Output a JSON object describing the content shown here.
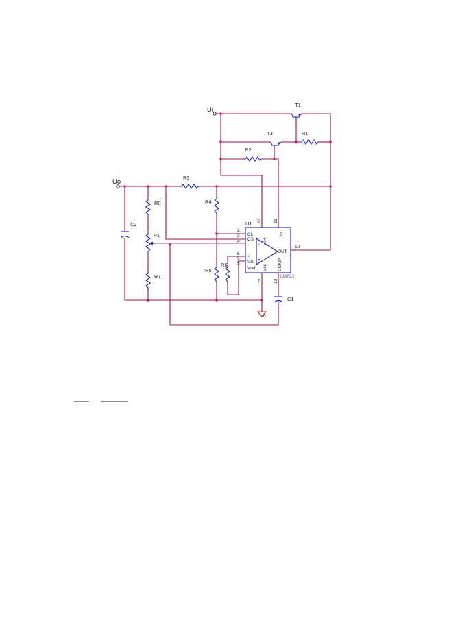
{
  "colors": {
    "wire": "#a0124a",
    "wire_alt": "#b04a7a",
    "component": "#1c1cb0",
    "junction": "#c81e78",
    "ground": "#c81e28",
    "ic_label": "#3a4fb0"
  },
  "nets": {
    "input": "Ui",
    "output": "Uo"
  },
  "transistors": {
    "t1": "T1",
    "t3": "T3"
  },
  "resistors": {
    "r0": "R0",
    "r1": "R1",
    "r2": "R2",
    "r3": "R3",
    "r4": "R4",
    "r5": "R5",
    "r6": "R6",
    "r7": "R7"
  },
  "potentiometer": {
    "p1": "P1"
  },
  "capacitors": {
    "c1": "C1",
    "c2": "C2"
  },
  "ic": {
    "designator": "U1",
    "part": "LM723",
    "pins_left": {
      "cl": "CL",
      "cs": "CS",
      "ninv": "-",
      "inv": "+",
      "vs": "VS",
      "vref": "Vref"
    },
    "pins_right": {
      "out": "OUT",
      "comp": "COMP",
      "vcplus": "Vc+",
      "vcc": "Vcc",
      "vz": "Vz"
    },
    "pin_numbers": {
      "p2": "2",
      "p3": "3",
      "p4": "4",
      "p5": "5",
      "p6": "6",
      "p7": "7",
      "p9": "9",
      "p10": "10",
      "p11": "11",
      "p12": "12",
      "p13": "13"
    }
  },
  "ground_label": "0"
}
